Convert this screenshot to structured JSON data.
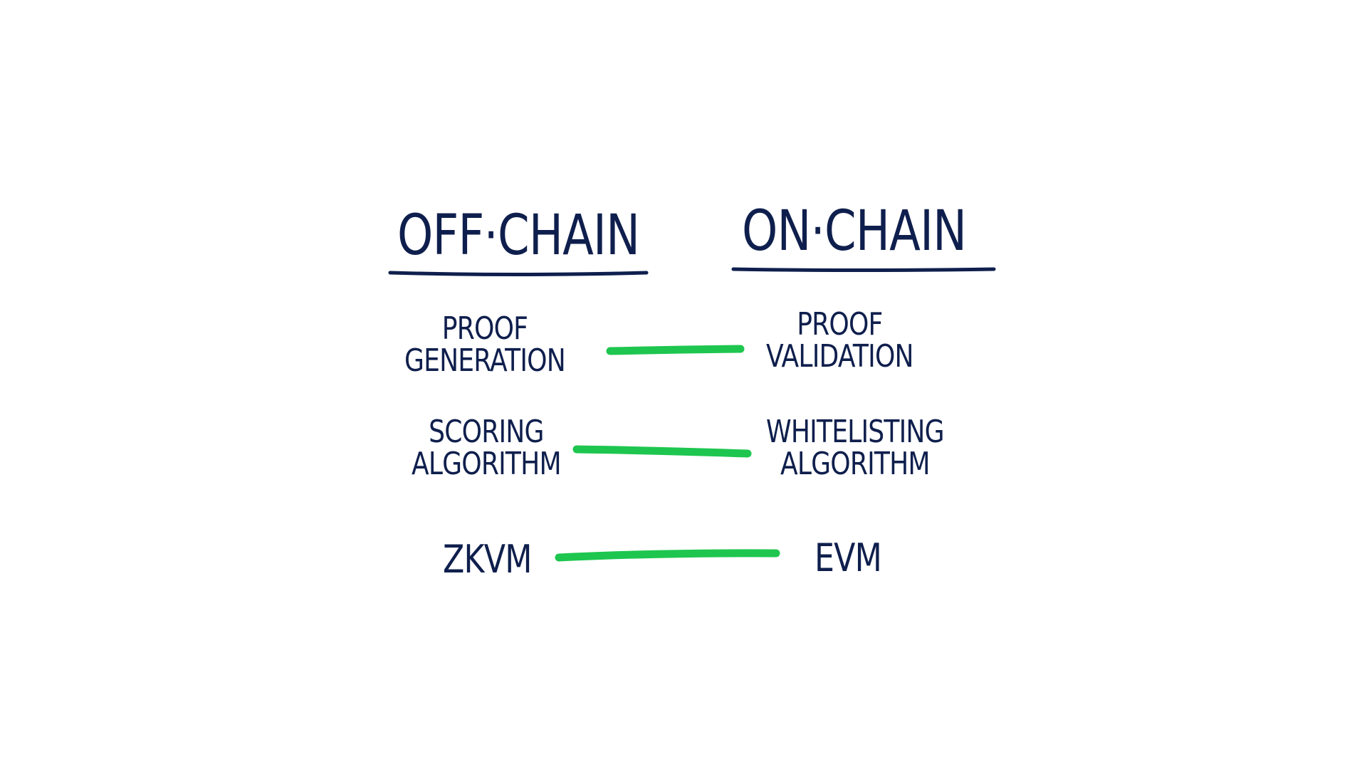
{
  "headings": {
    "left": "OFF·CHAIN",
    "right": "ON·CHAIN"
  },
  "rows": [
    {
      "left": [
        "PROOF",
        "GENERATION"
      ],
      "right": [
        "PROOF",
        "VALIDATION"
      ]
    },
    {
      "left": [
        "SCORING",
        "ALGORITHM"
      ],
      "right": [
        "WHITELISTING",
        "ALGORITHM"
      ]
    },
    {
      "left": [
        "ZKVM"
      ],
      "right": [
        "EVM"
      ]
    }
  ],
  "colors": {
    "ink": "#0f1f4d",
    "connector": "#1ec64f",
    "background": "#ffffff"
  }
}
